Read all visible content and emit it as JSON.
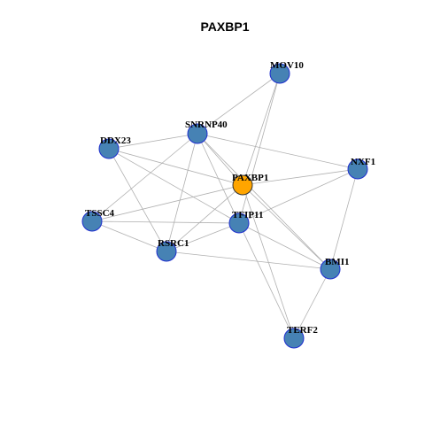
{
  "title": "PAXBP1",
  "colors": {
    "node_default": "#4682b4",
    "node_default_border": "#1f2fcf",
    "node_focus": "#ffa500",
    "node_focus_border": "#333333",
    "edge": "#b0b0b0"
  },
  "nodes": [
    {
      "id": "MOV10",
      "label": "MOV10",
      "focus": false
    },
    {
      "id": "SNRNP40",
      "label": "SNRNP40",
      "focus": false
    },
    {
      "id": "DDX23",
      "label": "DDX23",
      "focus": false
    },
    {
      "id": "NXF1",
      "label": "NXF1",
      "focus": false
    },
    {
      "id": "PAXBP1",
      "label": "PAXBP1",
      "focus": true
    },
    {
      "id": "TSSC4",
      "label": "TSSC4",
      "focus": false
    },
    {
      "id": "TFIP11",
      "label": "TFIP11",
      "focus": false
    },
    {
      "id": "RSRC1",
      "label": "RSRC1",
      "focus": false
    },
    {
      "id": "BMI1",
      "label": "BMI1",
      "focus": false
    },
    {
      "id": "TERF2",
      "label": "TERF2",
      "focus": false
    }
  ],
  "edges": [
    [
      "SNRNP40",
      "MOV10"
    ],
    [
      "MOV10",
      "PAXBP1"
    ],
    [
      "MOV10",
      "TFIP11"
    ],
    [
      "DDX23",
      "SNRNP40"
    ],
    [
      "SNRNP40",
      "NXF1"
    ],
    [
      "SNRNP40",
      "PAXBP1"
    ],
    [
      "SNRNP40",
      "TFIP11"
    ],
    [
      "SNRNP40",
      "RSRC1"
    ],
    [
      "SNRNP40",
      "TSSC4"
    ],
    [
      "SNRNP40",
      "BMI1"
    ],
    [
      "DDX23",
      "PAXBP1"
    ],
    [
      "DDX23",
      "TFIP11"
    ],
    [
      "DDX23",
      "RSRC1"
    ],
    [
      "PAXBP1",
      "NXF1"
    ],
    [
      "TFIP11",
      "NXF1"
    ],
    [
      "BMI1",
      "NXF1"
    ],
    [
      "TSSC4",
      "PAXBP1"
    ],
    [
      "TSSC4",
      "TFIP11"
    ],
    [
      "TSSC4",
      "RSRC1"
    ],
    [
      "RSRC1",
      "PAXBP1"
    ],
    [
      "RSRC1",
      "TFIP11"
    ],
    [
      "RSRC1",
      "BMI1"
    ],
    [
      "PAXBP1",
      "BMI1"
    ],
    [
      "PAXBP1",
      "TERF2"
    ],
    [
      "TFIP11",
      "BMI1"
    ],
    [
      "TFIP11",
      "TERF2"
    ],
    [
      "BMI1",
      "TERF2"
    ]
  ]
}
